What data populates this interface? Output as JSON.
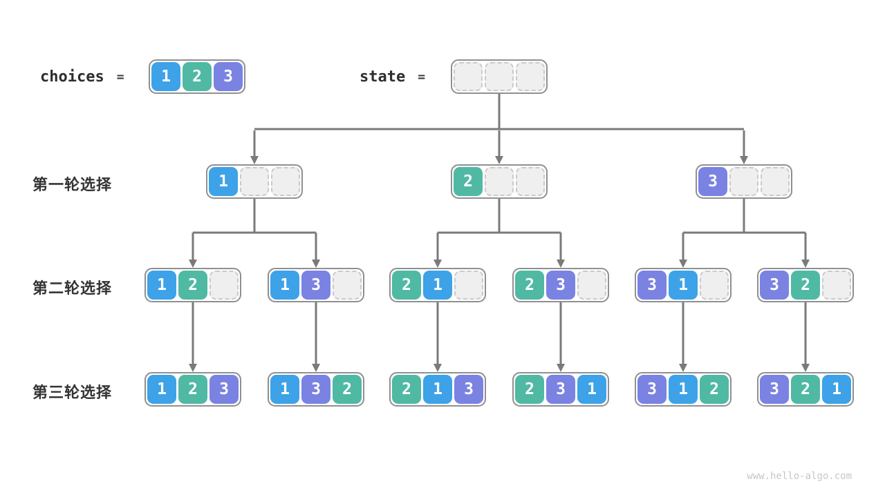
{
  "colors": {
    "1": "#3da2e7",
    "2": "#50b9a3",
    "3": "#7a82e2"
  },
  "palette": {
    "box_border": "#8f8f8f",
    "empty_cell_fill": "#efefef",
    "empty_cell_border": "#c9c9c9",
    "arrow": "#7a7a7a",
    "label_text": "#333333",
    "watermark_text": "#c6c6c6"
  },
  "header": {
    "choices_label": "choices",
    "choices_equals": "=",
    "choices_cells": [
      "1",
      "2",
      "3"
    ],
    "state_label": "state",
    "state_equals": "=",
    "state_cells": [
      "",
      "",
      ""
    ]
  },
  "row_labels": [
    "第一轮选择",
    "第二轮选择",
    "第三轮选择"
  ],
  "tree": {
    "level1": [
      [
        "1",
        "",
        ""
      ],
      [
        "2",
        "",
        ""
      ],
      [
        "3",
        "",
        ""
      ]
    ],
    "level2": [
      [
        "1",
        "2",
        ""
      ],
      [
        "1",
        "3",
        ""
      ],
      [
        "2",
        "1",
        ""
      ],
      [
        "2",
        "3",
        ""
      ],
      [
        "3",
        "1",
        ""
      ],
      [
        "3",
        "2",
        ""
      ]
    ],
    "level3": [
      [
        "1",
        "2",
        "3"
      ],
      [
        "1",
        "3",
        "2"
      ],
      [
        "2",
        "1",
        "3"
      ],
      [
        "2",
        "3",
        "1"
      ],
      [
        "3",
        "1",
        "2"
      ],
      [
        "3",
        "2",
        "1"
      ]
    ]
  },
  "watermark": "www.hello-algo.com"
}
